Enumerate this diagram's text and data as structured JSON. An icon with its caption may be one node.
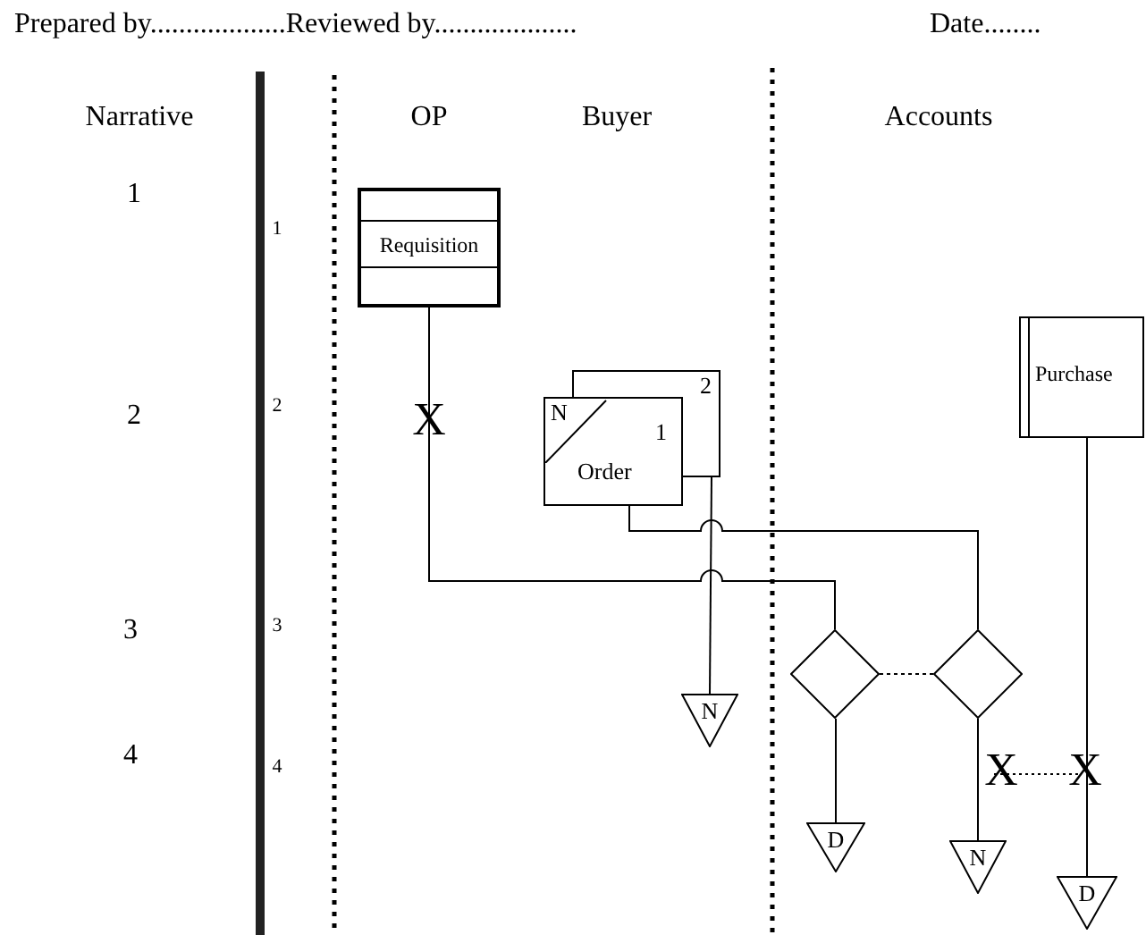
{
  "diagram": {
    "nodes": [
      {
        "text": [
          "Requisition"
        ]
      },
      {
        "text": [
          "2",
          "N",
          "1",
          "Order"
        ]
      },
      {
        "text": [
          "Purchase"
        ]
      },
      {
        "text": [
          "N"
        ]
      },
      {
        "text": [],
        "shape": "diamond"
      },
      {
        "text": [],
        "shape": "diamond"
      },
      {
        "text": [
          "D"
        ]
      },
      {
        "text": [
          "N"
        ]
      },
      {
        "text": [
          "D"
        ]
      }
    ],
    "edges": [
      {
        "from": 0,
        "to": 4,
        "arrow": "none"
      },
      {
        "from": 1,
        "to": 3,
        "arrow": "none"
      },
      {
        "from": 1,
        "to": 5,
        "arrow": "none"
      },
      {
        "from": 4,
        "to": 5,
        "arrow": "none",
        "style": "dashed"
      },
      {
        "from": 4,
        "to": 6,
        "arrow": "none"
      },
      {
        "from": 5,
        "to": 7,
        "arrow": "none"
      },
      {
        "from": 2,
        "to": 8,
        "arrow": "none"
      }
    ],
    "labels": [
      "Prepared by...................Reviewed by....................",
      "Date........",
      "Narrative",
      "OP",
      "Buyer",
      "Accounts",
      "1",
      "1",
      "2",
      "2",
      "X",
      "3",
      "3",
      "4",
      "4",
      "X",
      "X"
    ]
  }
}
